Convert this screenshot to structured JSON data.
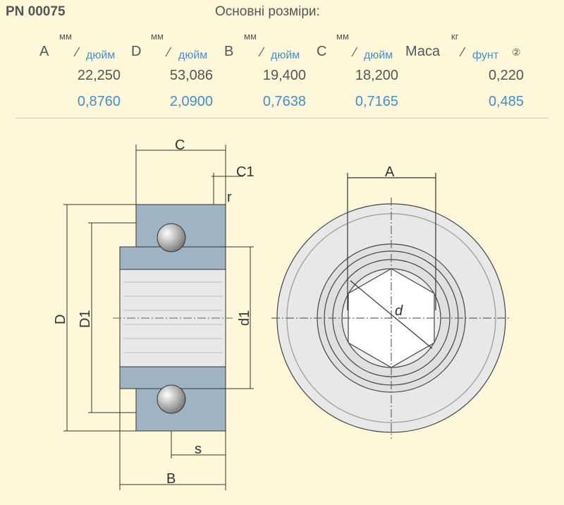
{
  "part_number": "PN 00075",
  "title": "Основні розміри:",
  "columns": [
    {
      "label": "A",
      "unit": "мм",
      "alt_unit": "дюйм",
      "mm": "22,250",
      "inch": "0,8760"
    },
    {
      "label": "D",
      "unit": "мм",
      "alt_unit": "дюйм",
      "mm": "53,086",
      "inch": "2,0900"
    },
    {
      "label": "B",
      "unit": "мм",
      "alt_unit": "дюйм",
      "mm": "19,400",
      "inch": "0,7638"
    },
    {
      "label": "C",
      "unit": "мм",
      "alt_unit": "дюйм",
      "mm": "18,200",
      "inch": "0,7165"
    },
    {
      "label": "Маса",
      "unit": "кг",
      "alt_unit": "фунт",
      "mm": "0,220",
      "inch": "0,485"
    }
  ],
  "info_icon": "②",
  "drawing_labels": {
    "C": "C",
    "C1": "C1",
    "r": "r",
    "D": "D",
    "D1": "D1",
    "d1": "d1",
    "s": "s",
    "B": "B",
    "A": "A",
    "d": "d"
  }
}
